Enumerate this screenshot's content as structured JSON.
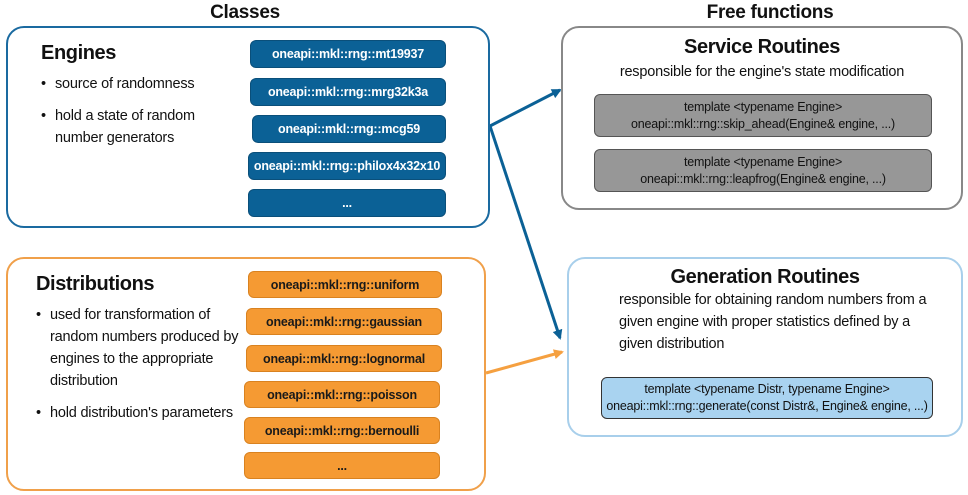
{
  "headings": {
    "classes": "Classes",
    "free_functions": "Free functions"
  },
  "engines": {
    "title": "Engines",
    "bullets": [
      "source of randomness",
      "hold a state of random number generators"
    ],
    "items": [
      "oneapi::mkl::rng::mt19937",
      "oneapi::mkl::rng::mrg32k3a",
      "oneapi::mkl::rng::mcg59",
      "oneapi::mkl::rng::philox4x32x10",
      "..."
    ],
    "border_color": "#1a6aa0",
    "pill_color": "#0b6196"
  },
  "distributions": {
    "title": "Distributions",
    "bullets": [
      "used for transformation of random numbers produced by engines to the appropriate distribution",
      "hold distribution's parameters"
    ],
    "items": [
      "oneapi::mkl::rng::uniform",
      "oneapi::mkl::rng::gaussian",
      "oneapi::mkl::rng::lognormal",
      "oneapi::mkl::rng::poisson",
      "oneapi::mkl::rng::bernoulli",
      "..."
    ],
    "border_color": "#f0a04a",
    "pill_color": "#f59a33"
  },
  "service_routines": {
    "title": "Service Routines",
    "description": "responsible for the engine's state modification",
    "functions": [
      {
        "line1": "template <typename Engine>",
        "line2": "oneapi::mkl::rng::skip_ahead(Engine& engine, ...)"
      },
      {
        "line1": "template <typename Engine>",
        "line2": "oneapi::mkl::rng::leapfrog(Engine& engine, ...)"
      }
    ],
    "border_color": "#888888"
  },
  "generation_routines": {
    "title": "Generation Routines",
    "description": "responsible for obtaining random numbers from a given engine with proper statistics defined by a given distribution",
    "function": {
      "line1": "template <typename Distr, typename Engine>",
      "line2": "oneapi::mkl::rng::generate(const Distr&, Engine& engine, ...)"
    },
    "border_color": "#a8cfeb"
  },
  "arrow_colors": {
    "engines": "#0b6196",
    "distributions": "#f5a040"
  }
}
